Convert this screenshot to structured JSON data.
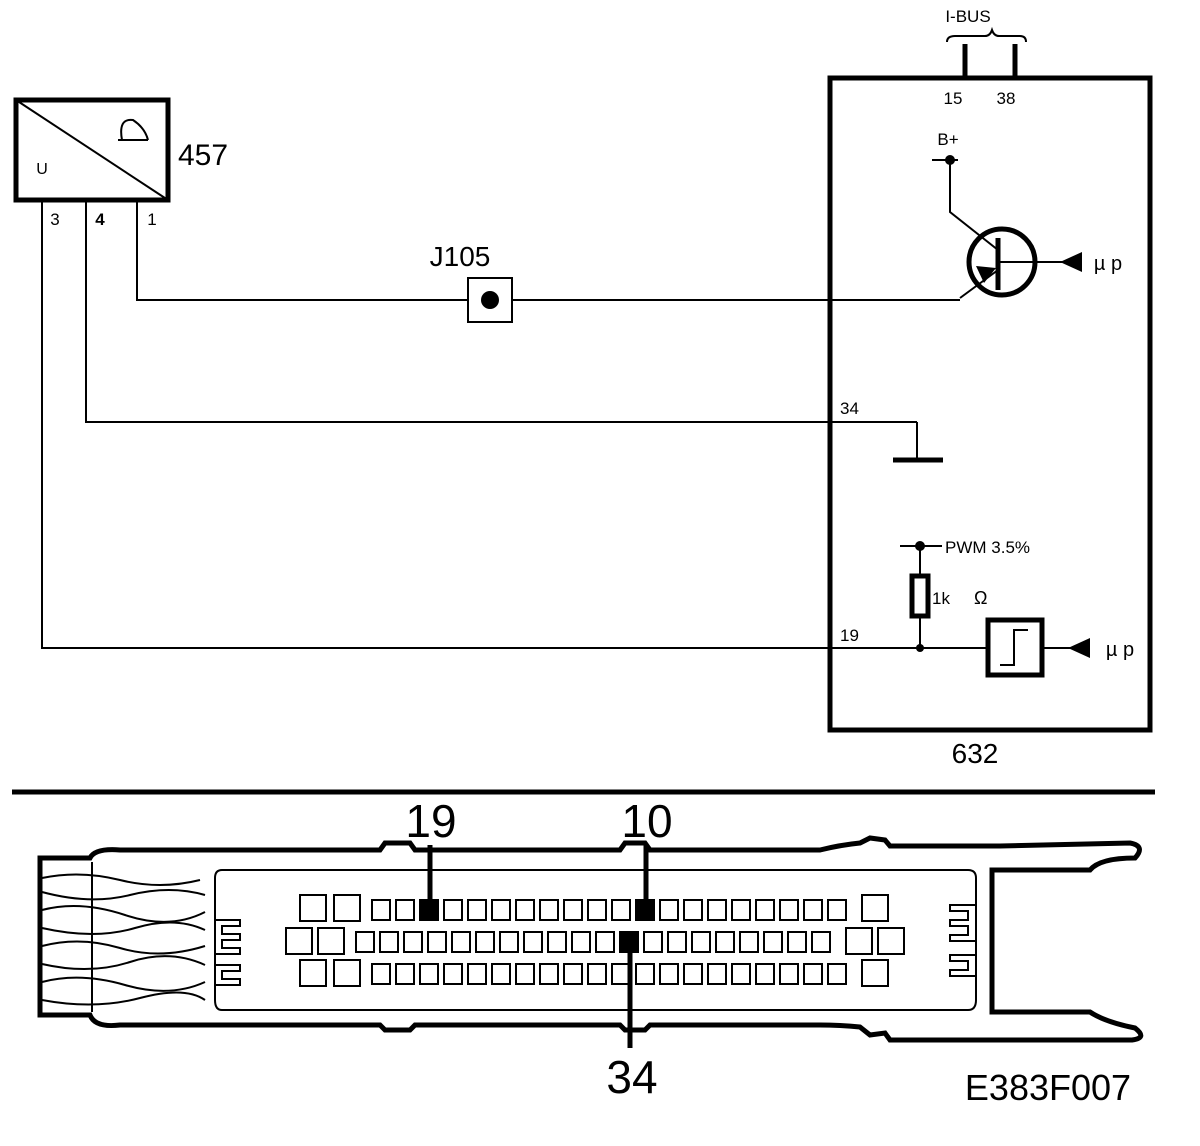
{
  "top": {
    "bus_label": "I-BUS",
    "pin_15": "15",
    "pin_38": "38",
    "ecu_label": "632",
    "ecu_pin_34": "34",
    "ecu_pin_19": "19",
    "b_plus": "B+",
    "mu_p_top": "µ p",
    "mu_p_bottom": "µ p",
    "pwm": "PWM 3.5%",
    "resistor": "1k",
    "ohm": "Ω",
    "sensor_label": "457",
    "sensor_u": "U",
    "sensor_pin_3": "3",
    "sensor_pin_4": "4",
    "sensor_pin_1": "1",
    "junction": "J105"
  },
  "connector": {
    "pin_19": "19",
    "pin_10": "10",
    "pin_34": "34"
  },
  "figure_code": "E383F007"
}
